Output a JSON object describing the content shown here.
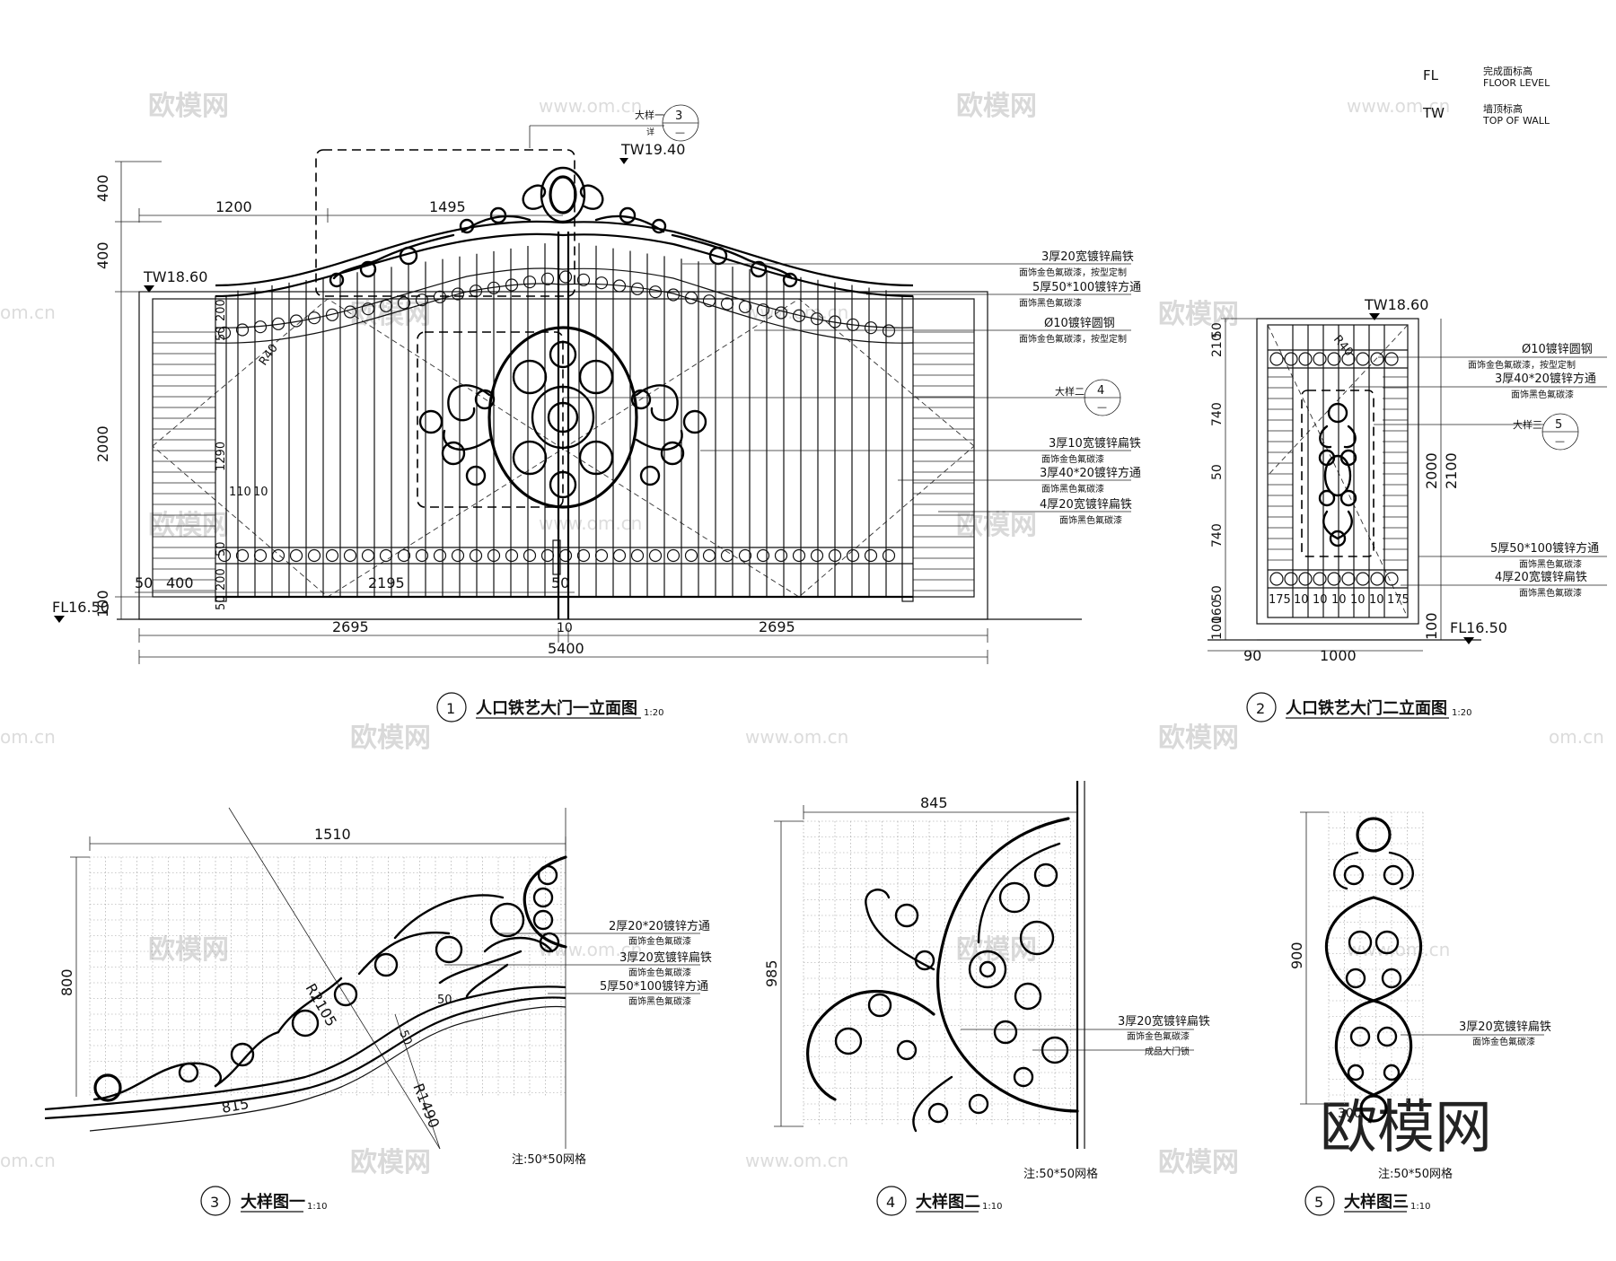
{
  "legend": {
    "items": [
      {
        "code": "FL",
        "cn": "完成面标高",
        "en": "FLOOR LEVEL"
      },
      {
        "code": "TW",
        "cn": "墙顶标高",
        "en": "TOP OF WALL"
      }
    ]
  },
  "watermarks": {
    "brand": "欧模网",
    "site": "www.om.cn",
    "site_short": "om.cn",
    "big": "欧模网"
  },
  "view1": {
    "number": "1",
    "title": "人口铁艺大门一立面图",
    "scale": "1:20",
    "levels": {
      "tw_top": "TW19.40",
      "tw_wall": "TW18.60",
      "fl": "FL16.50"
    },
    "callout": {
      "label": "大样一",
      "num": "3",
      "sub": "—",
      "label2": "详"
    },
    "callout2": {
      "label": "大样二",
      "num": "4",
      "sub": "—"
    },
    "dims_left": [
      "400",
      "400",
      "2000",
      "100"
    ],
    "dims_top": [
      "1200",
      "1495"
    ],
    "dims_bottom": [
      "50",
      "400",
      "2195",
      "50",
      "2695",
      "10",
      "2695",
      "5400"
    ],
    "dims_inner": [
      "200",
      "50",
      "1290",
      "200",
      "50",
      "50",
      "R40",
      "110",
      "10"
    ],
    "notes": [
      {
        "main": "3厚20宽镀锌扁铁",
        "sub": "面饰金色氟碳漆，按型定制"
      },
      {
        "main": "5厚50*100镀锌方通",
        "sub": "面饰黑色氟碳漆"
      },
      {
        "main": "Ø10镀锌圆钢",
        "sub": "面饰金色氟碳漆，按型定制"
      },
      {
        "main": "3厚10宽镀锌扁铁",
        "sub": "面饰金色氟碳漆"
      },
      {
        "main": "3厚40*20镀锌方通",
        "sub": "面饰黑色氟碳漆"
      },
      {
        "main": "4厚20宽镀锌扁铁",
        "sub": "面饰黑色氟碳漆"
      }
    ]
  },
  "view2": {
    "number": "2",
    "title": "人口铁艺大门二立面图",
    "scale": "1:20",
    "levels": {
      "tw": "TW18.60",
      "fl": "FL16.50"
    },
    "callout": {
      "label": "大样三",
      "num": "5",
      "sub": "—"
    },
    "dims_left": [
      "50",
      "210",
      "740",
      "50",
      "740",
      "50",
      "160",
      "100"
    ],
    "dims_right": [
      "2000",
      "2100",
      "100"
    ],
    "dims_bottom": [
      "90",
      "1000",
      "175",
      "10",
      "10",
      "10",
      "10",
      "10",
      "175"
    ],
    "dims_inner": [
      "R40"
    ],
    "notes": [
      {
        "main": "Ø10镀锌圆钢",
        "sub": "面饰金色氟碳漆，按型定制"
      },
      {
        "main": "3厚40*20镀锌方通",
        "sub": "面饰黑色氟碳漆"
      },
      {
        "main": "5厚50*100镀锌方通",
        "sub": "面饰黑色氟碳漆"
      },
      {
        "main": "4厚20宽镀锌扁铁",
        "sub": "面饰黑色氟碳漆"
      }
    ]
  },
  "view3": {
    "number": "3",
    "title": "大样图一",
    "scale": "1:10",
    "dims": [
      "1510",
      "800",
      "R2105",
      "R1490",
      "815",
      "50",
      "50"
    ],
    "notes": [
      {
        "main": "2厚20*20镀锌方通",
        "sub": "面饰金色氟碳漆"
      },
      {
        "main": "3厚20宽镀锌扁铁",
        "sub": "面饰金色氟碳漆"
      },
      {
        "main": "5厚50*100镀锌方通",
        "sub": "面饰黑色氟碳漆"
      }
    ],
    "grid_note": "注:50*50网格"
  },
  "view4": {
    "number": "4",
    "title": "大样图二",
    "scale": "1:10",
    "dims": [
      "845",
      "985"
    ],
    "notes": [
      {
        "main": "3厚20宽镀锌扁铁",
        "sub": "面饰金色氟碳漆",
        "sub2": "成品大门锁"
      }
    ],
    "grid_note": "注:50*50网格"
  },
  "view5": {
    "number": "5",
    "title": "大样图三",
    "scale": "1:10",
    "dims": [
      "900",
      "300"
    ],
    "notes": [
      {
        "main": "3厚20宽镀锌扁铁",
        "sub": "面饰金色氟碳漆"
      }
    ],
    "grid_note": "注:50*50网格"
  }
}
